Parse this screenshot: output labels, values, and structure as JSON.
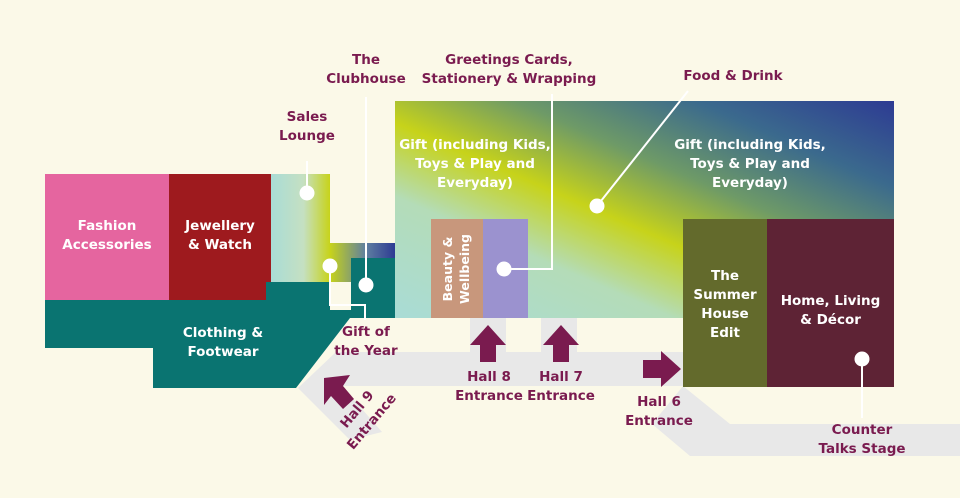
{
  "colors": {
    "background": "#fbf9e8",
    "label_text": "#7a1b4f",
    "fashion_accessories": "#e5659f",
    "jewellery_watch": "#9e1a1e",
    "clothing_footwear": "#0a7471",
    "beauty_wellbeing": "#c8977c",
    "beauty_adjacent": "#9b92cf",
    "summer_house": "#636a2c",
    "home_living": "#5e2335",
    "walkway": "#e8e8e8",
    "arrow": "#7a1b4f"
  },
  "zones": {
    "fashion_accessories": "Fashion\nAccessories",
    "jewellery_watch": "Jewellery\n& Watch",
    "clothing_footwear": "Clothing &\nFootwear",
    "gift_left": "Gift (including Kids,\nToys & Play and\nEveryday)",
    "gift_right": "Gift (including Kids,\nToys & Play and\nEveryday)",
    "beauty_wellbeing": "Beauty &\nWellbeing",
    "summer_house": "The\nSummer\nHouse\nEdit",
    "home_living": "Home, Living\n& Décor"
  },
  "callouts": {
    "the_clubhouse": "The\nClubhouse",
    "sales_lounge": "Sales\nLounge",
    "greetings_cards": "Greetings Cards,\nStationery & Wrapping",
    "food_drink": "Food & Drink",
    "gift_of_the_year": "Gift of\nthe Year",
    "counter_talks": "Counter\nTalks Stage"
  },
  "entrances": {
    "hall_9": "Hall 9\nEntrance",
    "hall_8": "Hall 8\nEntrance",
    "hall_7": "Hall 7\nEntrance",
    "hall_6": "Hall 6\nEntrance"
  },
  "icons": [
    "arrow-up-icon",
    "arrow-right-icon",
    "arrow-diagonal-icon",
    "marker-dot-icon"
  ]
}
